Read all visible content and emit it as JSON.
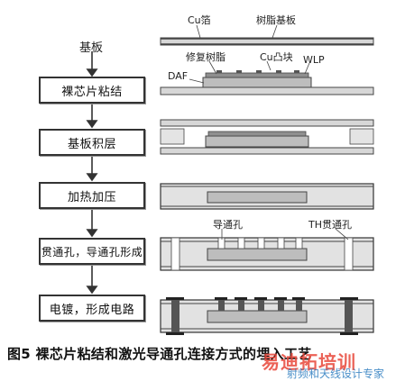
{
  "steps": [
    "基板",
    "裸芯片粘结",
    "基板积层",
    "加热加压",
    "贯通孔，导通孔形成",
    "电镀，形成电路"
  ],
  "labels": {
    "cu_foil": "Cu箔",
    "resin_substrate": "树脂基板",
    "repair_resin": "修复树脂",
    "cu_bump": "Cu凸块",
    "wlp": "WLP",
    "daf": "DAF",
    "via": "导通孔",
    "th_via": "TH贯通孔"
  },
  "caption": "图5  裸芯片粘结和激光导通孔连接方式的埋入工艺",
  "watermark": {
    "brand": "易迪拓培训",
    "sub": "射频和天线设计专家"
  }
}
